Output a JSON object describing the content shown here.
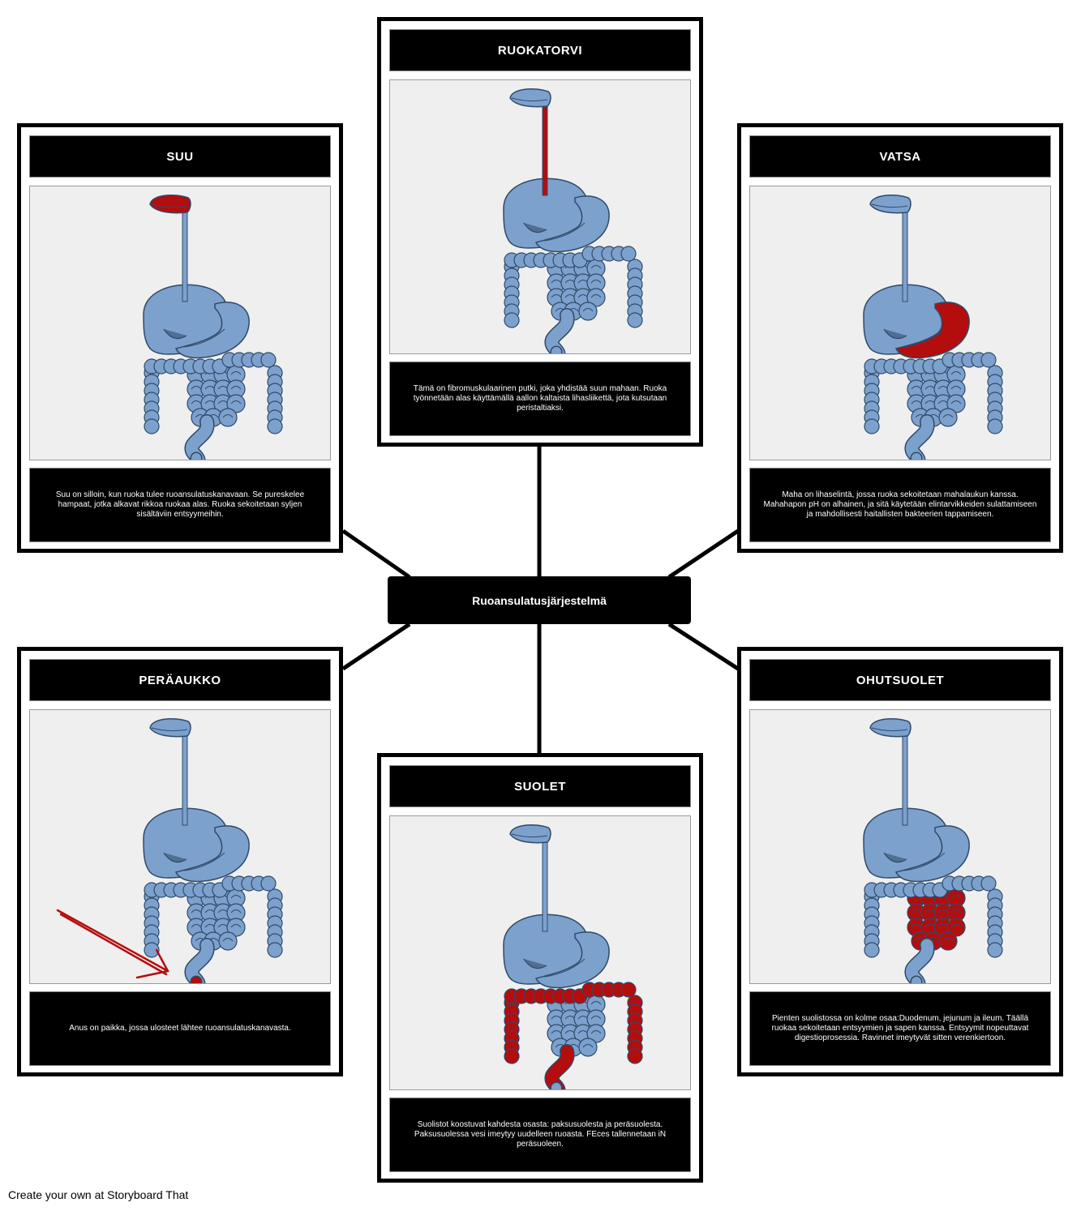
{
  "center": {
    "title": "Ruoansulatusjärjestelmä"
  },
  "cards": [
    {
      "id": "suu",
      "title": "SUU",
      "text": "Suu on silloin, kun ruoka tulee ruoansulatuskanavaan. Se pureskelee hampaat, jotka alkavat rikkoa ruokaa alas. Ruoka sekoitetaan syljen sisältäviin entsyymeihin.",
      "highlight": "mouth"
    },
    {
      "id": "ruokatorvi",
      "title": "RUOKATORVI",
      "text": "Tämä on fibromuskulaarinen putki, joka yhdistää suun mahaan. Ruoka työnnetään alas käyttämällä aallon kaltaista lihasliikettä, jota kutsutaan peristaltiaksi.",
      "highlight": "esophagus"
    },
    {
      "id": "vatsa",
      "title": "VATSA",
      "text": "Maha on lihaselintä, jossa ruoka sekoitetaan mahalaukun kanssa. Mahahapon pH on alhainen, ja sitä käytetään elintarvikkeiden sulattamiseen ja mahdollisesti haitallisten bakteerien tappamiseen.",
      "highlight": "stomach"
    },
    {
      "id": "perauakko",
      "title": "PERÄAUKKO",
      "text": "Anus on paikka, jossa ulosteet lähtee ruoansulatuskanavasta.",
      "highlight": "anus"
    },
    {
      "id": "suolet",
      "title": "SUOLET",
      "text": "Suolistot koostuvat kahdesta osasta: paksusuolesta ja peräsuolesta. Paksusuolessa vesi imeytyy uudelleen ruoasta. FEces tallennetaan iN peräsuoleen.",
      "highlight": "large"
    },
    {
      "id": "ohutsuolet",
      "title": "OHUTSUOLET",
      "text": "Pienten suolistossa on kolme osaa:Duodenum, jejunum ja ileum. Täällä ruokaa sekoitetaan entsyymien ja sapen kanssa. Entsyymit nopeuttavat digestioprosessia. Ravinnet imeytyvät sitten verenkiertoon.",
      "highlight": "small"
    }
  ],
  "colors": {
    "organ": "#7da1cd",
    "organ_outline": "#2f4a6a",
    "highlight": "#b40d0d",
    "dark_organ": "#4f6f93"
  },
  "footer": {
    "text": "Create your own at Storyboard That"
  }
}
